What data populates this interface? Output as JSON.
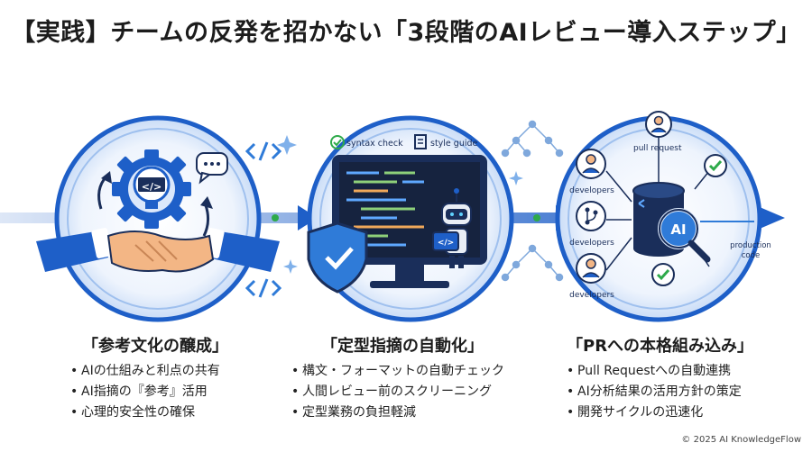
{
  "title": "【実践】チームの反発を招かない「3段階のAIレビュー導入ステップ」",
  "steps": [
    {
      "title": "「参考文化の醸成」",
      "bullets": [
        "AIの仕組みと利点の共有",
        "AI指摘の『参考』活用",
        "心理的安全性の確保"
      ]
    },
    {
      "title": "「定型指摘の自動化」",
      "bullets": [
        "構文・フォーマットの自動チェック",
        "人間レビュー前のスクリーニング",
        "定型業務の負担軽減"
      ]
    },
    {
      "title": "「PRへの本格組み込み」",
      "bullets": [
        "Pull Requestへの自動連携",
        "AI分析結果の活用方針の策定",
        "開発サイクルの迅速化"
      ]
    }
  ],
  "illustration": {
    "code_symbol": "</>",
    "syntax_check": "syntax check",
    "style_guide": "style guide",
    "pull_request": "pull request",
    "developers": "developers",
    "ai": "AI",
    "production_code": [
      "production",
      "code"
    ]
  },
  "colors": {
    "primary": "#1e5fc8",
    "light": "#dbe8fb",
    "accent_green": "#2eaa4a"
  },
  "copyright": "© 2025 AI KnowledgeFlow"
}
